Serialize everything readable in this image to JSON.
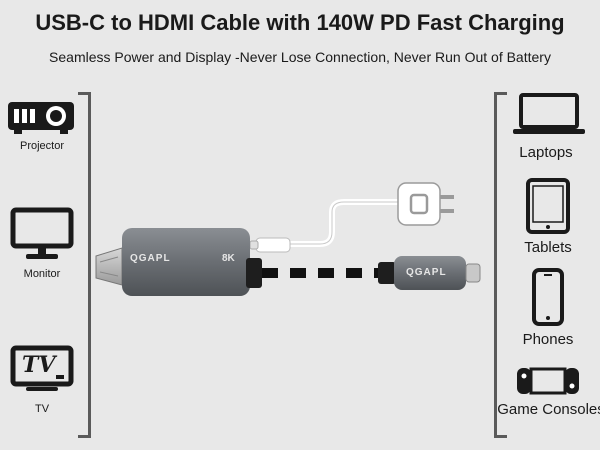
{
  "header": {
    "title": "USB-C to HDMI Cable with 140W PD Fast Charging",
    "subtitle": "Seamless Power and Display -Never Lose Connection, Never Run Out of Battery"
  },
  "left_devices": [
    {
      "label": "Projector",
      "icon": "projector-icon"
    },
    {
      "label": "Monitor",
      "icon": "monitor-icon"
    },
    {
      "label": "TV",
      "icon": "tv-icon",
      "icon_text": "TV"
    }
  ],
  "right_devices": [
    {
      "label": "Laptops",
      "icon": "laptop-icon"
    },
    {
      "label": "Tablets",
      "icon": "tablet-icon"
    },
    {
      "label": "Phones",
      "icon": "phone-icon"
    },
    {
      "label": "Game Consoles",
      "icon": "game-console-icon"
    }
  ],
  "product": {
    "brand": "QGAPL",
    "resolution": "8K",
    "usb_c_brand": "QGAPL"
  },
  "colors": {
    "background": "#e8e8e8",
    "icon": "#1a1a1a",
    "bracket": "#5a5a5a",
    "adapter_body": "#6f7378",
    "cable_white": "#ffffff"
  }
}
